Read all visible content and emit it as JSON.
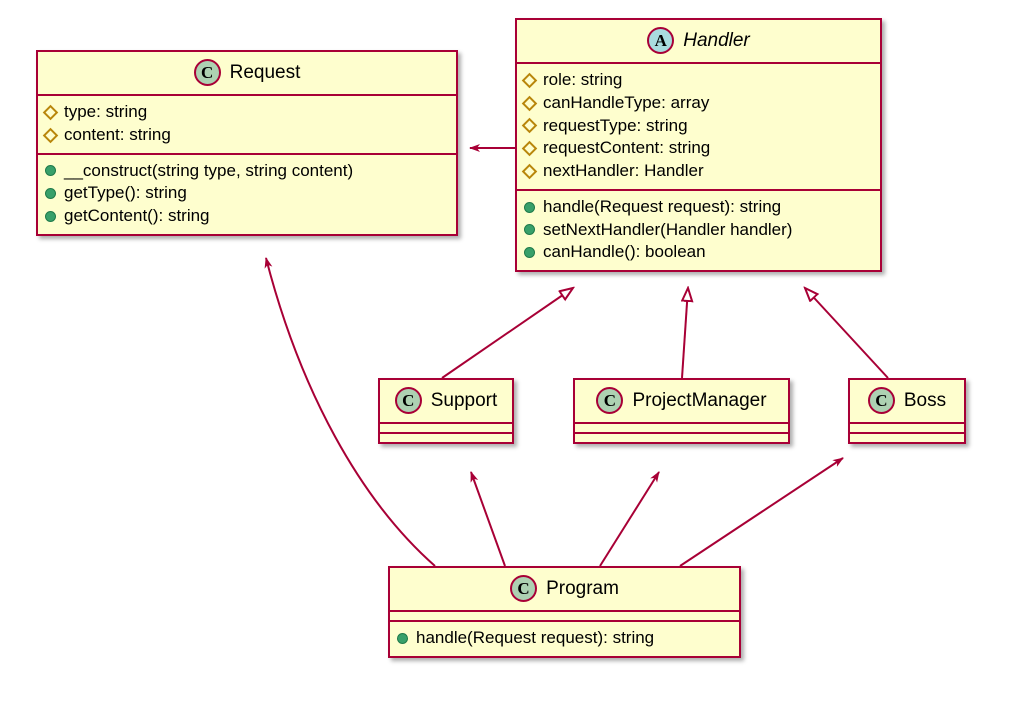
{
  "diagram": {
    "kind": "uml-class-diagram",
    "colors": {
      "border": "#A80036",
      "fill": "#FEFECE",
      "class_badge": "#ADD1B2",
      "abstract_badge": "#A9DCDF",
      "attribute_marker": "#B8860B",
      "method_marker": "#38A06A",
      "background": "#FFFFFF"
    },
    "classes": [
      {
        "id": "request",
        "name": "Request",
        "stereotype": "C",
        "abstract": false,
        "attributes": [
          "type: string",
          "content: string"
        ],
        "methods": [
          "__construct(string type, string content)",
          "getType(): string",
          "getContent(): string"
        ]
      },
      {
        "id": "handler",
        "name": "Handler",
        "stereotype": "A",
        "abstract": true,
        "attributes": [
          "role: string",
          "canHandleType: array",
          "requestType: string",
          "requestContent: string",
          "nextHandler: Handler"
        ],
        "methods": [
          "handle(Request request): string",
          "setNextHandler(Handler handler)",
          "canHandle(): boolean"
        ]
      },
      {
        "id": "support",
        "name": "Support",
        "stereotype": "C",
        "abstract": false,
        "attributes": [],
        "methods": []
      },
      {
        "id": "projectmanager",
        "name": "ProjectManager",
        "stereotype": "C",
        "abstract": false,
        "attributes": [],
        "methods": []
      },
      {
        "id": "boss",
        "name": "Boss",
        "stereotype": "C",
        "abstract": false,
        "attributes": [],
        "methods": []
      },
      {
        "id": "program",
        "name": "Program",
        "stereotype": "C",
        "abstract": false,
        "attributes": [],
        "methods": [
          "handle(Request request): string"
        ]
      }
    ],
    "relationships": [
      {
        "from": "handler",
        "to": "request",
        "type": "association",
        "arrow": "filled"
      },
      {
        "from": "support",
        "to": "handler",
        "type": "generalization",
        "arrow": "hollow-triangle"
      },
      {
        "from": "projectmanager",
        "to": "handler",
        "type": "generalization",
        "arrow": "hollow-triangle"
      },
      {
        "from": "boss",
        "to": "handler",
        "type": "generalization",
        "arrow": "hollow-triangle"
      },
      {
        "from": "program",
        "to": "request",
        "type": "dependency",
        "arrow": "filled"
      },
      {
        "from": "program",
        "to": "support",
        "type": "dependency",
        "arrow": "filled"
      },
      {
        "from": "program",
        "to": "projectmanager",
        "type": "dependency",
        "arrow": "filled"
      },
      {
        "from": "program",
        "to": "boss",
        "type": "dependency",
        "arrow": "filled"
      }
    ]
  }
}
